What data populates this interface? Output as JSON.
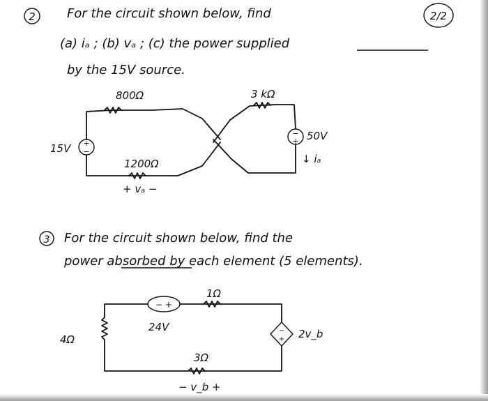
{
  "problem2": {
    "number": "2",
    "page_mark": "2/2",
    "line1": "For the circuit shown below, find",
    "line2": "(a) iₐ ; (b) vₐ ; (c) the power supplied",
    "line3": "by the 15V source.",
    "circuit": {
      "r_top_left": "800Ω",
      "r_top_right": "3 kΩ",
      "r_bottom": "1200Ω",
      "source_left": "15V",
      "source_right": "50V",
      "current_label": "↓ iₐ",
      "voltage_label": "+ vₐ −",
      "plus_sign": "+",
      "minus_sign": "−"
    }
  },
  "problem3": {
    "number": "3",
    "line1": "For the circuit shown below, find the",
    "line2": "power absorbed by each element (5 elements).",
    "circuit": {
      "source_voltage": "24V",
      "source_polarity": "− +",
      "r_top": "1Ω",
      "r_left": "4Ω",
      "r_bottom": "3Ω",
      "dependent_source": "2v_b",
      "vb_label": "− v_b +",
      "plus_sign": "+",
      "minus_sign": "−"
    }
  }
}
